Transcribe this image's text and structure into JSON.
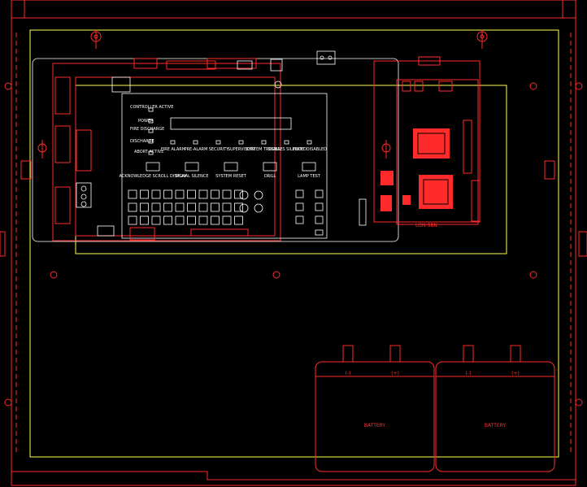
{
  "panel_labels": {
    "controller_active": "CONTROLLER ACTIVE",
    "power": "POWER",
    "fire_discharge": "FIRE DISCHARGE",
    "discharge": "DISCHARGE",
    "abort_active": "ABORT ACTIVE"
  },
  "status_labels": [
    "FIRE ALARM",
    "PRE-ALARM",
    "SECURITY",
    "SUPERVISORY",
    "SYSTEM TROUBLE",
    "SIGNALS SILENCED",
    "POINT DISABLED"
  ],
  "buttons": [
    "ACKNOWLEDGE SCROLL DISPLAY",
    "SIGNAL SILENCE",
    "SYSTEM RESET",
    "DRILL",
    "LAMP TEST"
  ],
  "board_label": "LON-SBN",
  "batteries": [
    {
      "label": "BATTERY",
      "neg": "(-)",
      "pos": "(+)"
    },
    {
      "label": "BATTERY",
      "neg": "(-)",
      "pos": "(+)"
    }
  ]
}
